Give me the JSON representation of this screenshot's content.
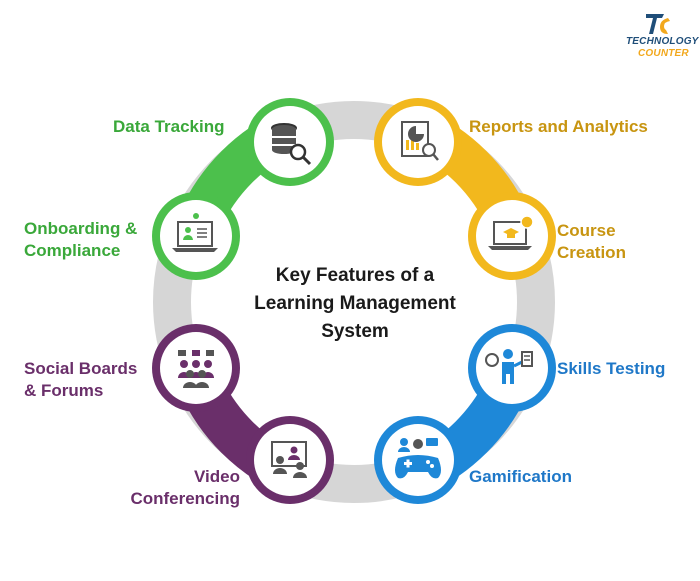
{
  "title": [
    "Key Features of a",
    "Learning Management",
    "System"
  ],
  "logo": {
    "line1": "TECHNOLOGY",
    "line2": "COUNTER"
  },
  "features": [
    {
      "id": "data-tracking",
      "lines": [
        "Data Tracking"
      ],
      "color": "#4cc04c",
      "icon": "database-search-icon"
    },
    {
      "id": "reports-and-analytics",
      "lines": [
        "Reports and Analytics"
      ],
      "color": "#f2b81d",
      "icon": "report-chart-icon"
    },
    {
      "id": "course-creation",
      "lines": [
        "Course",
        "Creation"
      ],
      "color": "#f2b81d",
      "icon": "laptop-graduation-icon"
    },
    {
      "id": "skills-testing",
      "lines": [
        "Skills Testing"
      ],
      "color": "#1e88d8",
      "icon": "person-brain-icon"
    },
    {
      "id": "gamification",
      "lines": [
        "Gamification"
      ],
      "color": "#1e88d8",
      "icon": "gamepad-icon"
    },
    {
      "id": "video-conferencing",
      "lines": [
        "Video",
        "Conferencing"
      ],
      "color": "#6a2f6a",
      "icon": "video-conference-icon"
    },
    {
      "id": "social-boards-forums",
      "lines": [
        "Social Boards",
        "& Forums"
      ],
      "color": "#6a2f6a",
      "icon": "group-chat-icon"
    },
    {
      "id": "onboarding-compliance",
      "lines": [
        "Onboarding &",
        "Compliance"
      ],
      "color": "#4cc04c",
      "icon": "laptop-presentation-icon"
    }
  ],
  "colors": {
    "green": "#4cc04c",
    "yellow": "#f2b81d",
    "blue": "#1e88d8",
    "purple": "#6a2f6a",
    "gray": "#d3d3d3",
    "labelYellow": "#c89511",
    "labelBlue": "#1f78c8"
  }
}
